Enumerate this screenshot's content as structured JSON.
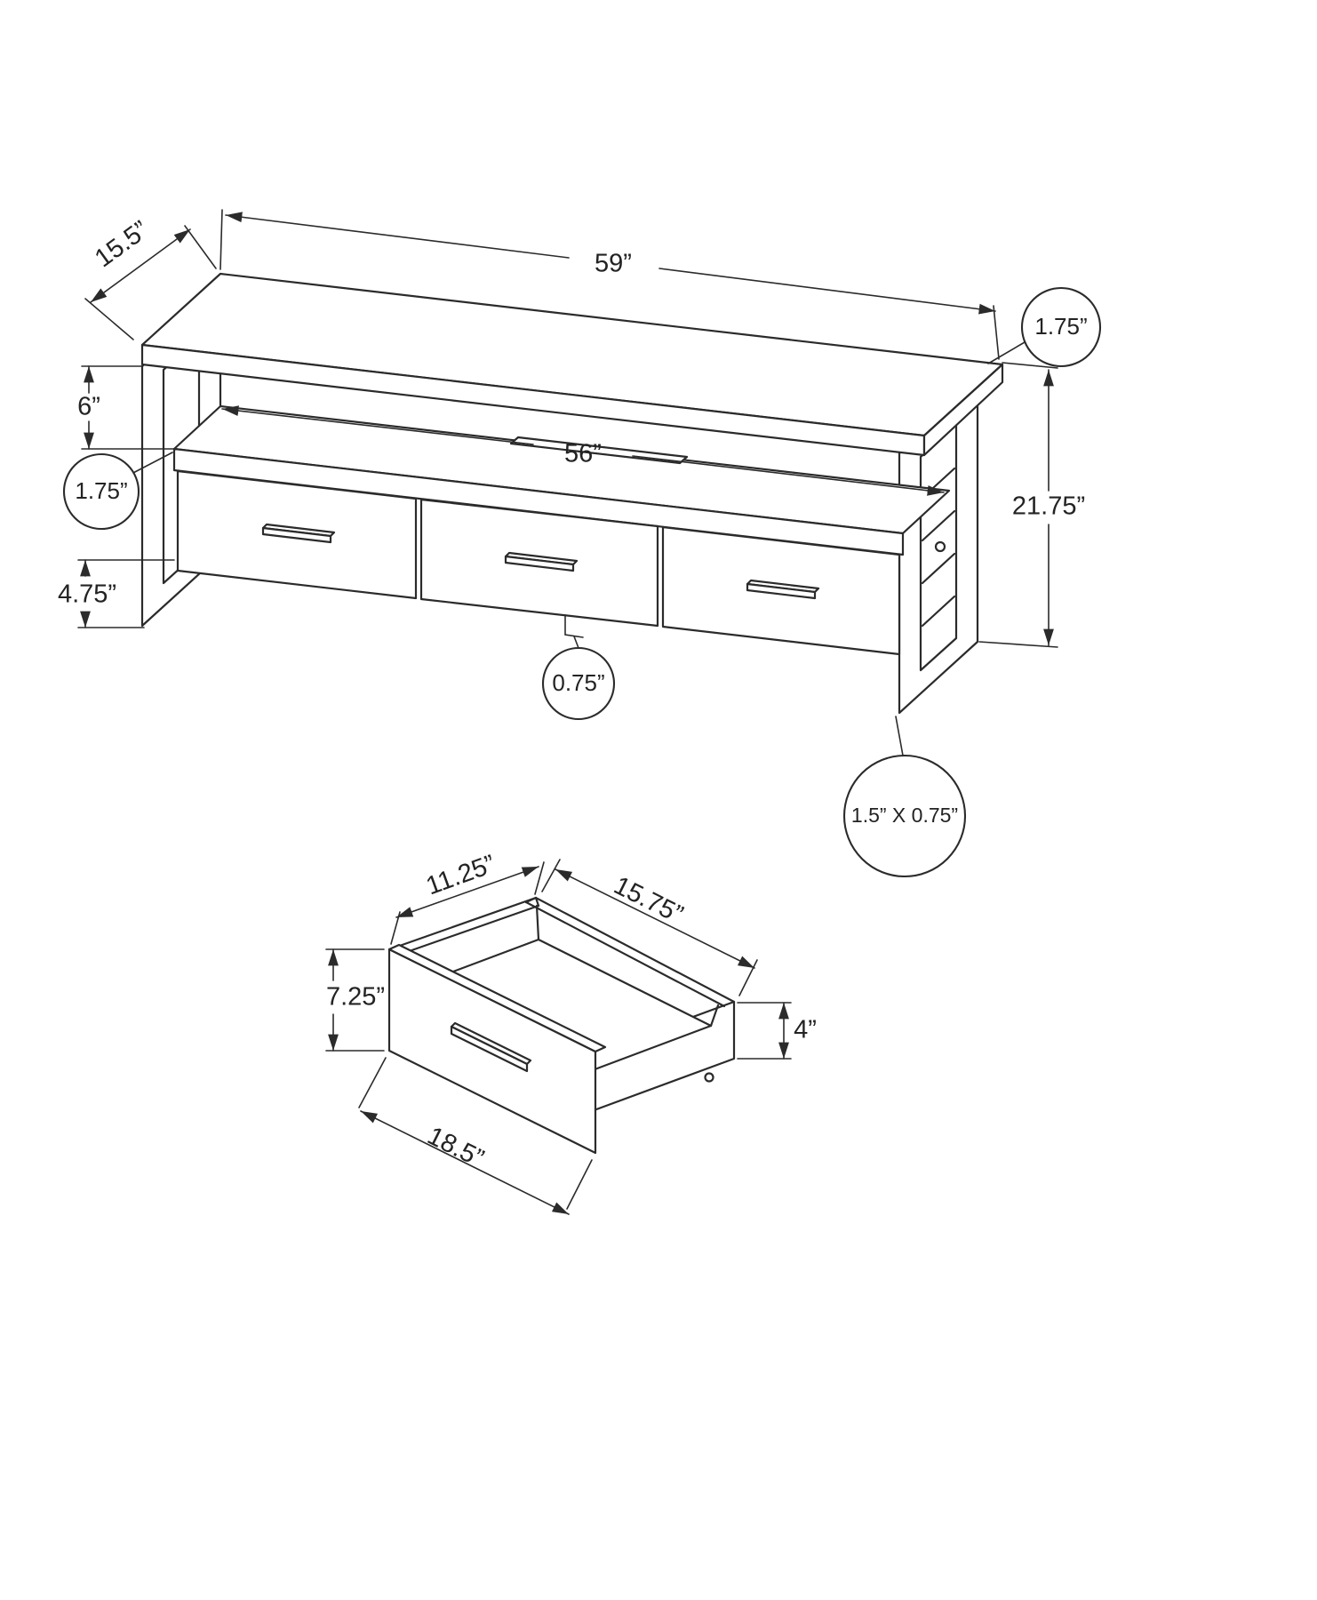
{
  "page": {
    "background": "#ffffff",
    "line_color": "#2b2b2b"
  },
  "main_view": {
    "width": "59”",
    "depth": "15.5”",
    "height": "21.75”",
    "top_thickness": "1.75”",
    "shelf_opening_height": "6”",
    "inner_width": "56”",
    "shelf_thickness": "1.75”",
    "base_opening_height": "4.75”",
    "bottom_panel_thickness": "0.75”",
    "leg_tube_profile": "1.5” X 0.75”"
  },
  "drawer_view": {
    "inner_depth": "11.25”",
    "inner_width": "15.75”",
    "front_height": "7.25”",
    "box_side_height": "4”",
    "front_width": "18.5”"
  }
}
